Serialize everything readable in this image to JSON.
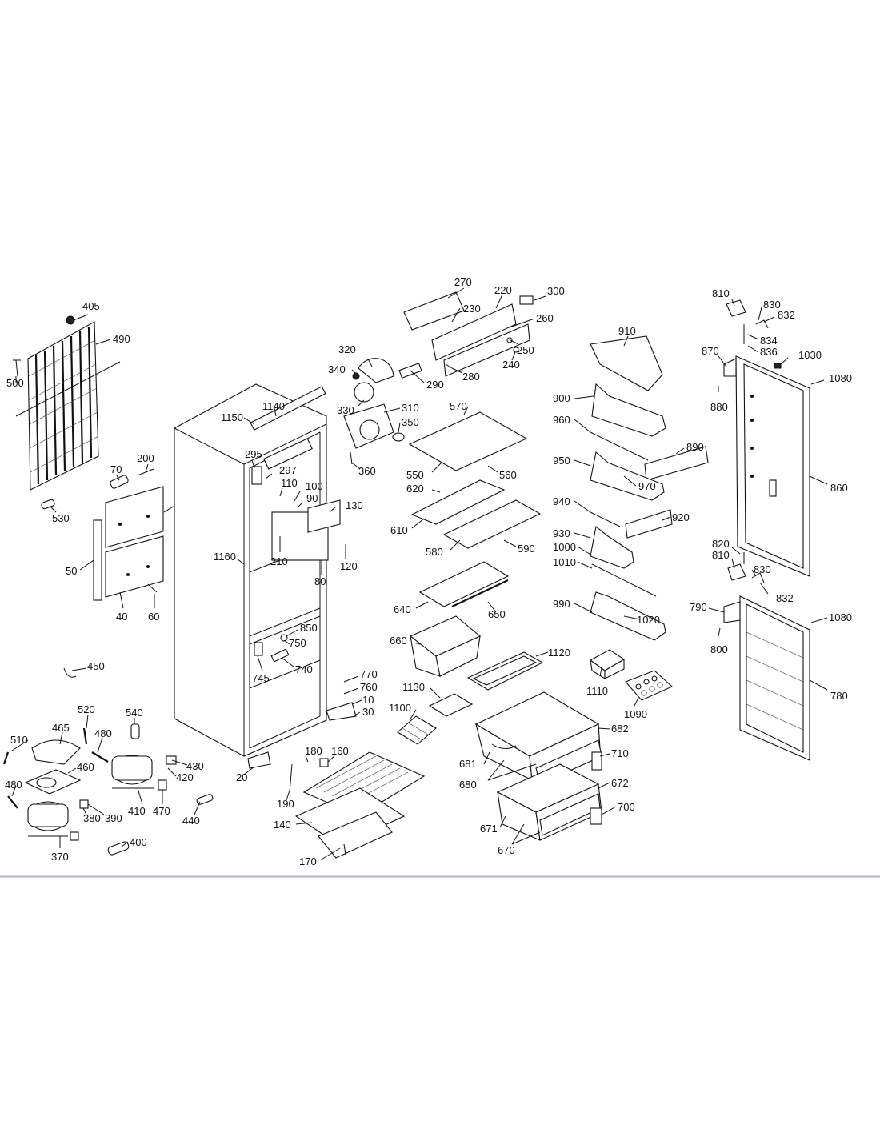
{
  "labels": {
    "p270": "270",
    "p220": "220",
    "p300": "300",
    "p230": "230",
    "p260": "260",
    "p250": "250",
    "p240": "240",
    "p280": "280",
    "p290": "290",
    "p320": "320",
    "p340": "340",
    "p330": "330",
    "p310": "310",
    "p350": "350",
    "p360": "360",
    "p405": "405",
    "p490": "490",
    "p500": "500",
    "p530": "530",
    "p70": "70",
    "p200": "200",
    "p50": "50",
    "p40": "40",
    "p60": "60",
    "p1150": "1150",
    "p1140": "1140",
    "p295": "295",
    "p297": "297",
    "p110": "110",
    "p100": "100",
    "p90": "90",
    "p130": "130",
    "p210": "210",
    "p80": "80",
    "p120": "120",
    "p1160": "1160",
    "p850": "850",
    "p750": "750",
    "p740": "740",
    "p745": "745",
    "p770": "770",
    "p760": "760",
    "p10": "10",
    "p30": "30",
    "p20": "20",
    "p570": "570",
    "p550": "550",
    "p560": "560",
    "p620": "620",
    "p610": "610",
    "p580": "580",
    "p590": "590",
    "p640": "640",
    "p650": "650",
    "p660": "660",
    "p1120": "1120",
    "p1130": "1130",
    "p1100": "1100",
    "p910": "910",
    "p900": "900",
    "p960": "960",
    "p890": "890",
    "p950": "950",
    "p970": "970",
    "p940": "940",
    "p920": "920",
    "p930": "930",
    "p1000": "1000",
    "p1010": "1010",
    "p990": "990",
    "p1020": "1020",
    "p1110": "1110",
    "p1090": "1090",
    "p682": "682",
    "p681": "681",
    "p710": "710",
    "p680": "680",
    "p672": "672",
    "p700": "700",
    "p671": "671",
    "p670": "670",
    "p810a": "810",
    "p830a": "830",
    "p832a": "832",
    "p834": "834",
    "p836": "836",
    "p870": "870",
    "p1030": "1030",
    "p1080a": "1080",
    "p880": "880",
    "p860": "860",
    "p820": "820",
    "p810b": "810",
    "p830b": "830",
    "p832b": "832",
    "p790": "790",
    "p1080b": "1080",
    "p800": "800",
    "p780": "780",
    "p450": "450",
    "p520": "520",
    "p540": "540",
    "p510": "510",
    "p465": "465",
    "p480a": "480",
    "p460": "460",
    "p430": "430",
    "p420": "420",
    "p480b": "480",
    "p410": "410",
    "p470": "470",
    "p440": "440",
    "p380": "380",
    "p390": "390",
    "p370": "370",
    "p400": "400",
    "p180": "180",
    "p160": "160",
    "p190": "190",
    "p140": "140",
    "p170": "170"
  }
}
